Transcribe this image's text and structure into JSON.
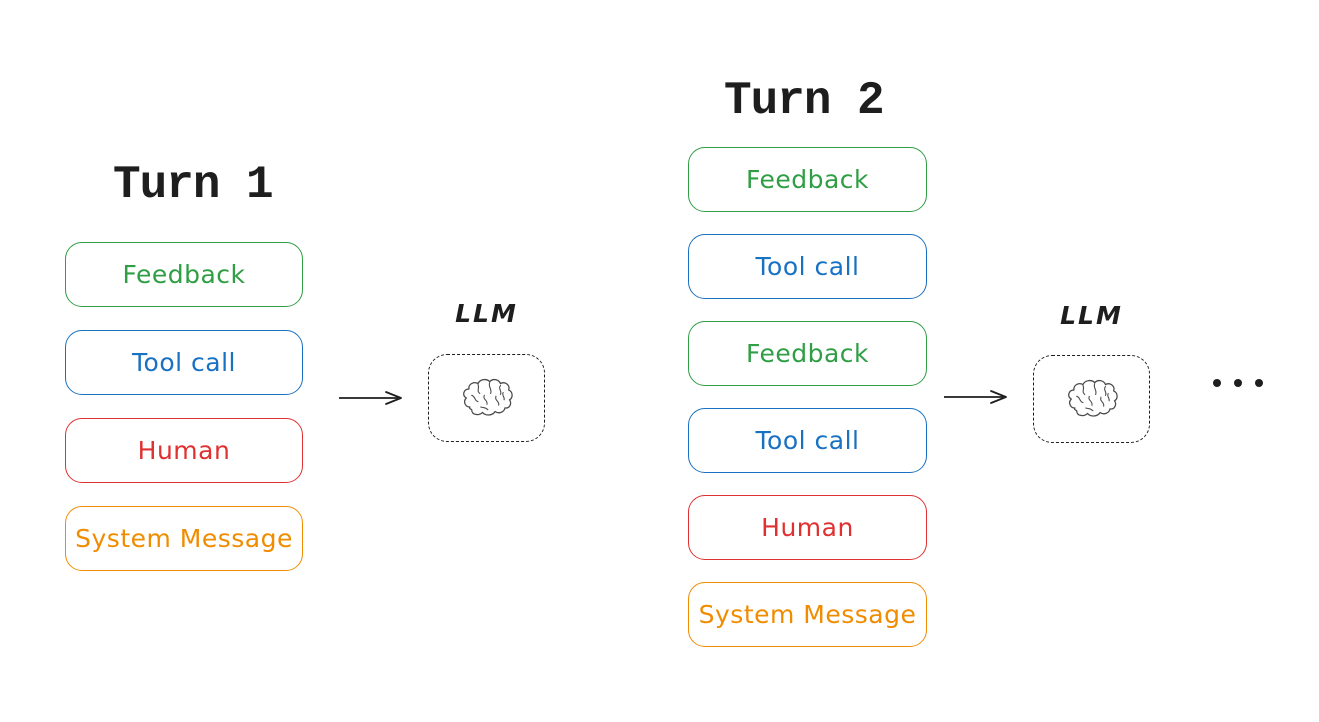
{
  "diagram": {
    "turns": [
      {
        "title": "Turn 1",
        "messages": [
          {
            "label": "Feedback",
            "color": "green"
          },
          {
            "label": "Tool call",
            "color": "blue"
          },
          {
            "label": "Human",
            "color": "red"
          },
          {
            "label": "System Message",
            "color": "orange"
          }
        ]
      },
      {
        "title": "Turn 2",
        "messages": [
          {
            "label": "Feedback",
            "color": "green"
          },
          {
            "label": "Tool call",
            "color": "blue"
          },
          {
            "label": "Feedback",
            "color": "green"
          },
          {
            "label": "Tool call",
            "color": "blue"
          },
          {
            "label": "Human",
            "color": "red"
          },
          {
            "label": "System Message",
            "color": "orange"
          }
        ]
      }
    ],
    "llm_nodes": [
      {
        "label": "LLM",
        "icon": "brain-icon"
      },
      {
        "label": "LLM",
        "icon": "brain-icon"
      }
    ],
    "icons": {
      "arrow": "arrow-right-icon",
      "brain": "brain-icon",
      "ellipsis": "ellipsis-icon"
    },
    "colors": {
      "green": "#2f9e44",
      "blue": "#1971c2",
      "red": "#e03131",
      "orange": "#f08c00",
      "ink": "#1e1e1e",
      "brain_stroke": "#4a4a4a",
      "background": "#ffffff"
    }
  }
}
